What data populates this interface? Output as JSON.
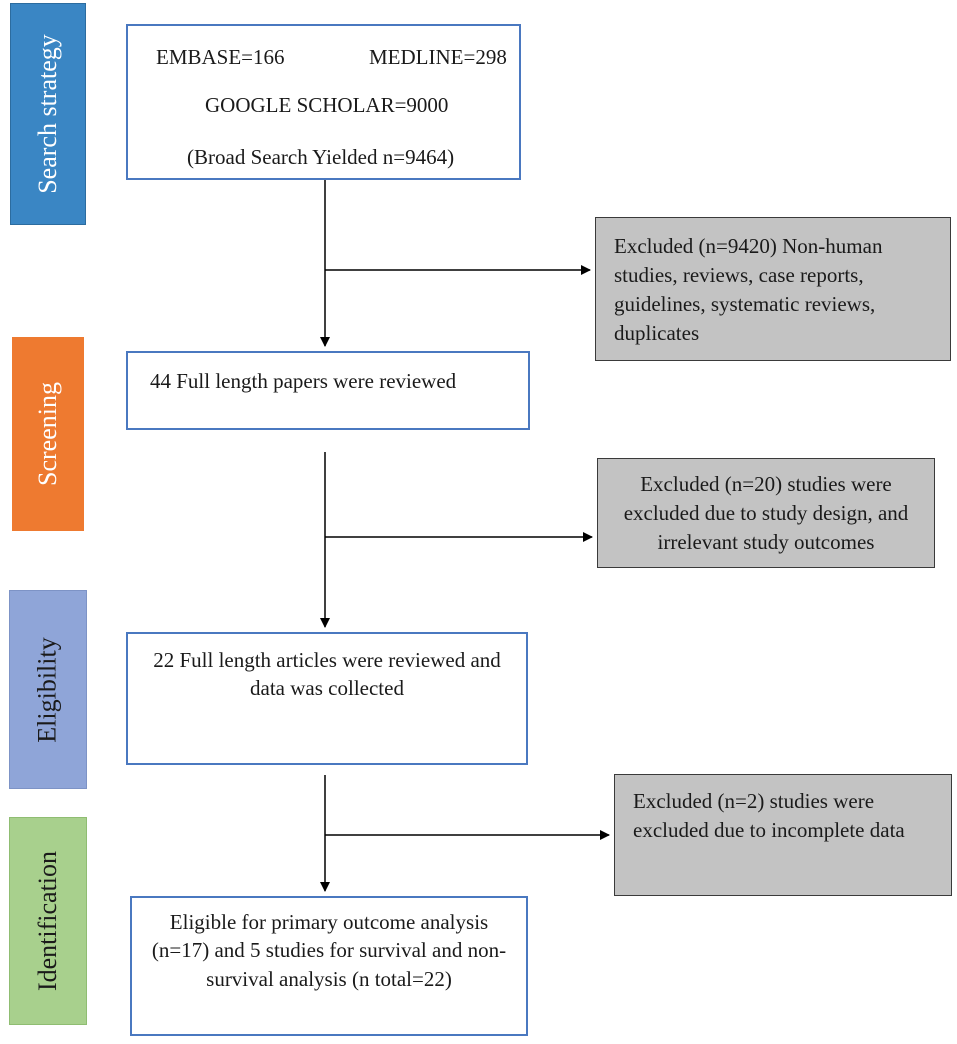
{
  "stages": {
    "search": "Search strategy",
    "screening": "Screening",
    "eligibility": "Eligibility",
    "identification": "Identification"
  },
  "boxes": {
    "search": {
      "embase": "EMBASE=166",
      "medline": "MEDLINE=298",
      "google": "GOOGLE SCHOLAR=9000",
      "broad": "(Broad Search Yielded n=9464)"
    },
    "screening": "44  Full length papers were reviewed",
    "eligibility": "22 Full length articles were reviewed and data was collected",
    "identification": "Eligible for primary outcome analysis (n=17) and 5 studies for survival and non-survival analysis (n total=22)"
  },
  "excluded": [
    {
      "text": "Excluded (n=9420) Non-human studies, reviews, case reports, guidelines, systematic reviews, duplicates"
    },
    {
      "text": "Excluded (n=20) studies were excluded due to study design, and irrelevant study outcomes"
    },
    {
      "text": "Excluded (n=2) studies were excluded due to incomplete data"
    }
  ],
  "colors": {
    "search_stage": "#3a86c4",
    "screening_stage": "#ee7a30",
    "eligibility_stage": "#8fa5d8",
    "identification_stage": "#a8d08d",
    "box_border": "#4a78c0",
    "excluded_fill": "#c3c3c3"
  }
}
